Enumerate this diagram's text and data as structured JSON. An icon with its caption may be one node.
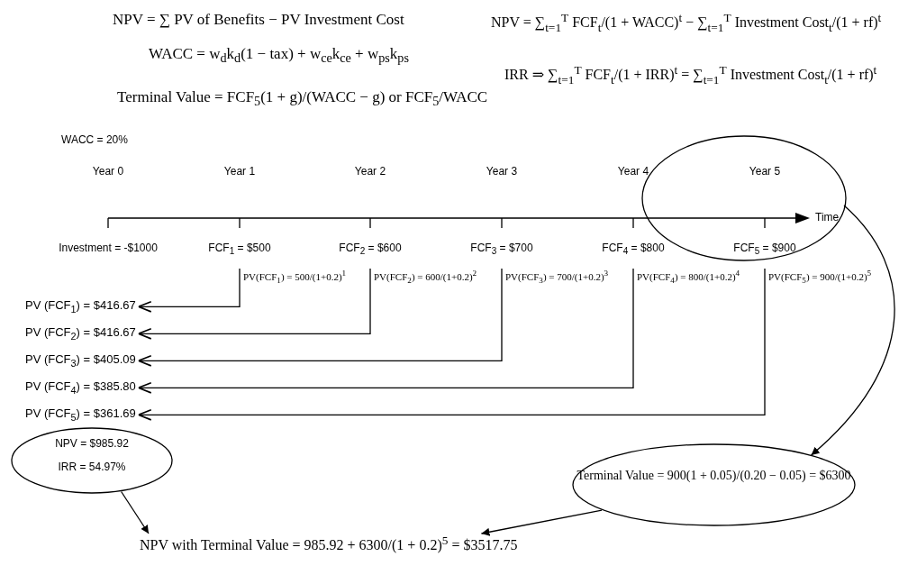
{
  "diagram": {
    "nodes": [
      {
        "text": [],
        "shape": "ellipse"
      },
      {
        "text": [
          "PV(FCF$_{1}$) = 500/(1+0.2)$^{1}$"
        ]
      },
      {
        "text": [
          "PV(FCF$_{2}$) = 600/(1+0.2)$^{2}$"
        ]
      },
      {
        "text": [
          "PV(FCF$_{3}$) = 700/(1+0.2)$^{3}$"
        ]
      },
      {
        "text": [
          "PV(FCF$_{4}$) = 800/(1+0.2)$^{4}$"
        ]
      },
      {
        "text": [
          "PV(FCF$_{5}$) = 900/(1+0.2)$^{5}$"
        ]
      },
      {
        "text": [
          "PV (FCF$_{1}$) = $416.67"
        ]
      },
      {
        "text": [
          "PV (FCF$_{2}$) = $416.67"
        ]
      },
      {
        "text": [
          "PV (FCF$_{3}$) = $405.09"
        ]
      },
      {
        "text": [
          "PV (FCF$_{4}$) = $385.80"
        ]
      },
      {
        "text": [
          "PV (FCF$_{5}$) = $361.69"
        ]
      },
      {
        "text": [
          "NPV = $985.92",
          "IRR = 54.97%"
        ]
      },
      {
        "text": [
          "Terminal Value = 900(1 + 0.05)/(0.20 − 0.05) = $6300"
        ]
      },
      {
        "text": [
          "NPV with Terminal Value = 985.92 + 6300/(1 + 0.2)$^{5}$ = $3517.75"
        ]
      }
    ],
    "edges": [
      {
        "from": 1,
        "to": 6,
        "arrow": "to"
      },
      {
        "from": 2,
        "to": 7,
        "arrow": "to"
      },
      {
        "from": 3,
        "to": 8,
        "arrow": "to"
      },
      {
        "from": 4,
        "to": 9,
        "arrow": "to"
      },
      {
        "from": 5,
        "to": 10,
        "arrow": "to"
      },
      {
        "from": 0,
        "to": 12,
        "arrow": "to"
      },
      {
        "from": 11,
        "to": 13,
        "arrow": "to"
      },
      {
        "from": 12,
        "to": 13,
        "arrow": "to"
      }
    ],
    "labels": [
      "NPV = ∑ PV of Benefits − PV Investment Cost",
      "NPV = ∑$_{t=1}$$^{T}$ FCF$_{t}$/(1 + WACC)$^{t}$ − ∑$_{t=1}$$^{T}$ Investment Cost$_{t}$/(1 + rf)$^{t}$",
      "WACC = w$_{d}$k$_{d}$(1 − tax) + w$_{ce}$k$_{ce}$ + w$_{ps}$k$_{ps}$",
      "IRR ⇒ ∑$_{t=1}$$^{T}$ FCF$_{t}$/(1 + IRR)$^{t}$ = ∑$_{t=1}$$^{T}$ Investment Cost$_{t}$/(1 + rf)$^{t}$",
      "Terminal Value = FCF$_{5}$(1 + g)/(WACC − g) or FCF$_{5}$/WACC",
      "WACC = 20%",
      "Year 0",
      "Year 1",
      "Year 2",
      "Year 3",
      "Year 4",
      "Year 5",
      "Time",
      "Investment = -$1000",
      "FCF$_{1}$ = $500",
      "FCF$_{2}$ = $600",
      "FCF$_{3}$ = $700",
      "FCF$_{4}$ = $800",
      "FCF$_{5}$ = $900"
    ]
  }
}
